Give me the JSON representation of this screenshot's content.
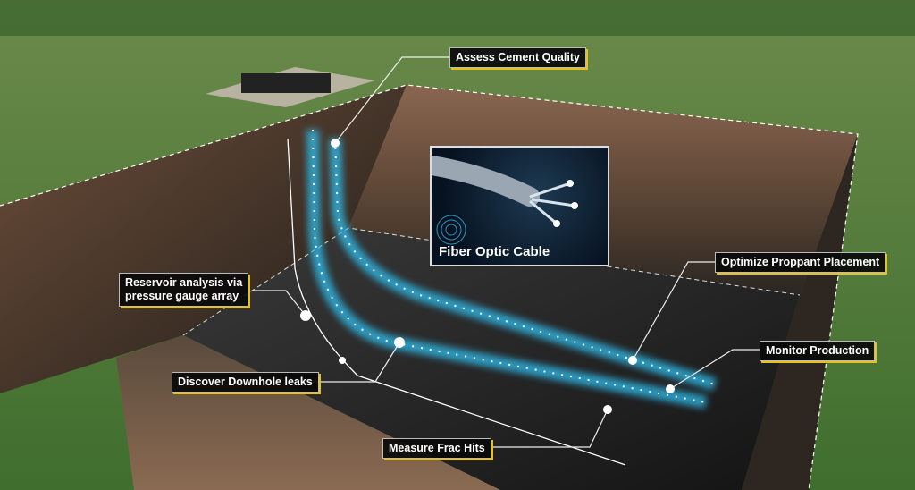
{
  "labels": {
    "assess_cement": "Assess Cement Quality",
    "fiber_optic": "Fiber Optic Cable",
    "optimize_proppant": "Optimize Proppant Placement",
    "reservoir_line1": "Reservoir analysis via",
    "reservoir_line2": "pressure gauge array",
    "monitor_production": "Monitor Production",
    "discover_leaks": "Discover Downhole leaks",
    "measure_frac": "Measure Frac Hits"
  },
  "colors": {
    "accent": "#e8c21a",
    "fiber_glow": "#2fb8e6",
    "grass": "#4f7a3a",
    "rock": "#7a5a44",
    "floor": "#2a2a2a"
  }
}
